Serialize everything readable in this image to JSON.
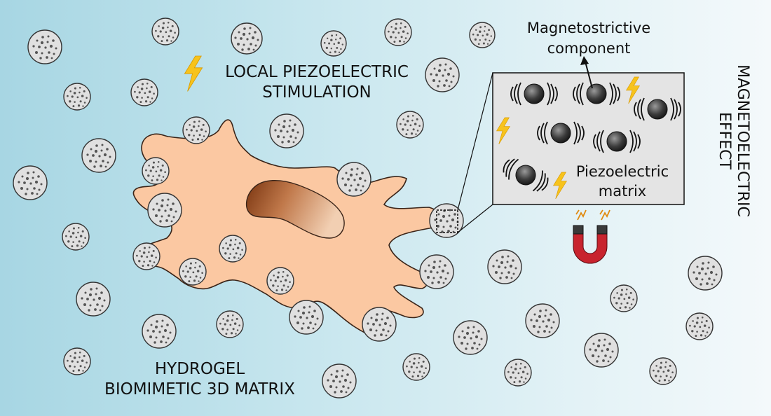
{
  "labels": {
    "local_line1": "LOCAL PIEZOELECTRIC",
    "local_line2": "STIMULATION",
    "hydrogel_line1": "HYDROGEL",
    "hydrogel_line2": "BIOMIMETIC 3D MATRIX",
    "magneto_comp_line1": "Magnetostrictive",
    "magneto_comp_line2": "component",
    "piezo_line1": "Piezoelectric",
    "piezo_line2": "matrix",
    "mag_effect_line1": "MAGNETOELECTRIC",
    "mag_effect_line2": "EFFECT"
  },
  "colors": {
    "cell": "#fbc8a2",
    "nucleus_dark": "#7a3510",
    "nucleus_light": "#f0c8a8",
    "particle": "#e0e0e0",
    "inset_bg": "#e4e4e4",
    "lightning": "#f7c31c",
    "magnet": "#c8242e"
  },
  "icons": [
    "lightning-icon",
    "magnet-icon",
    "magnetostrictive-particle-icon",
    "arrow-icon"
  ]
}
